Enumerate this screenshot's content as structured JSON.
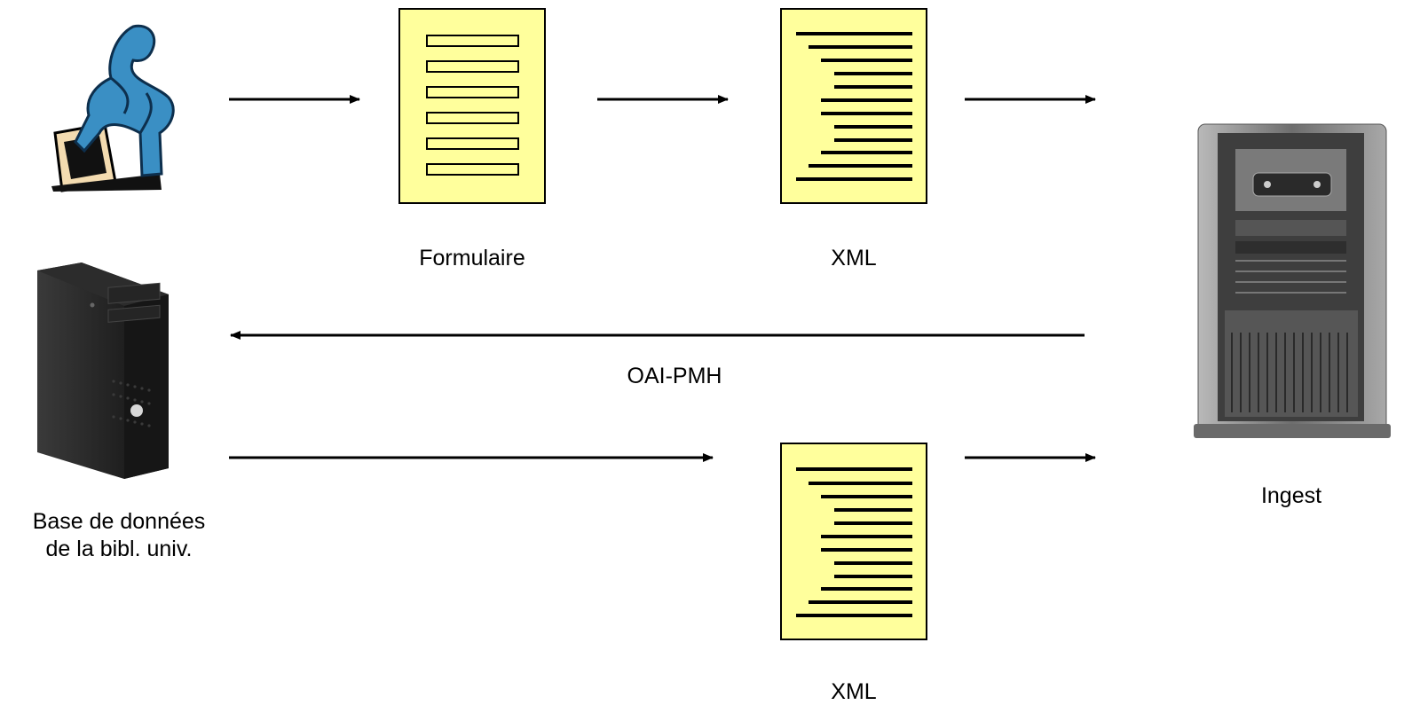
{
  "labels": {
    "form": "Formulaire",
    "xml_top": "XML",
    "oai": "OAI-PMH",
    "library_db": "Base de données\nde la bibl. univ.",
    "ingest": "Ingest",
    "xml_bottom": "XML"
  },
  "icons": {
    "user": "thinker-at-computer-icon",
    "form": "form-document-icon",
    "xml": "xml-document-icon",
    "library_server": "tower-server-icon",
    "ingest_server": "ingest-server-icon"
  },
  "colors": {
    "document_fill": "#ffff9c",
    "stroke": "#000000",
    "person_blue": "#3a8fc4",
    "server_gray": "#8a8a8a",
    "tower_black": "#1c1c1c"
  }
}
